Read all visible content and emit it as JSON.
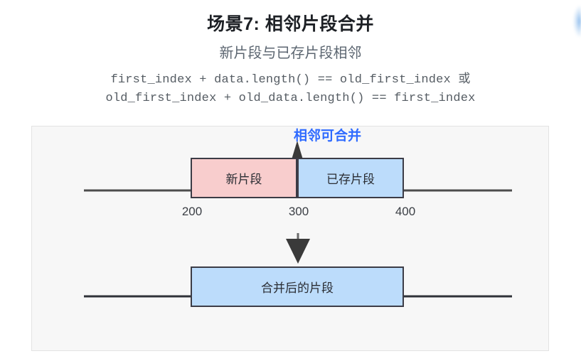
{
  "header": {
    "title": "场景7: 相邻片段合并",
    "subtitle": "新片段与已存片段相邻"
  },
  "code": {
    "line1": "first_index + data.length() == old_first_index 或",
    "line2": "old_first_index + old_data.length() == first_index"
  },
  "diagram": {
    "annotation": "相邻可合并",
    "segments": {
      "new_label": "新片段",
      "old_label": "已存片段",
      "merged_label": "合并后的片段"
    },
    "ticks": [
      "200",
      "300",
      "400"
    ],
    "colors": {
      "new_fill": "#f8cdcd",
      "old_fill": "#bcdcfb",
      "merged_fill": "#bcdcfb",
      "box_border": "#3c3c46",
      "axis": "#4d4d4d",
      "annotation": "#2f6bff",
      "panel_bg": "#f7f7f7",
      "panel_border": "#e3e3e3"
    }
  }
}
